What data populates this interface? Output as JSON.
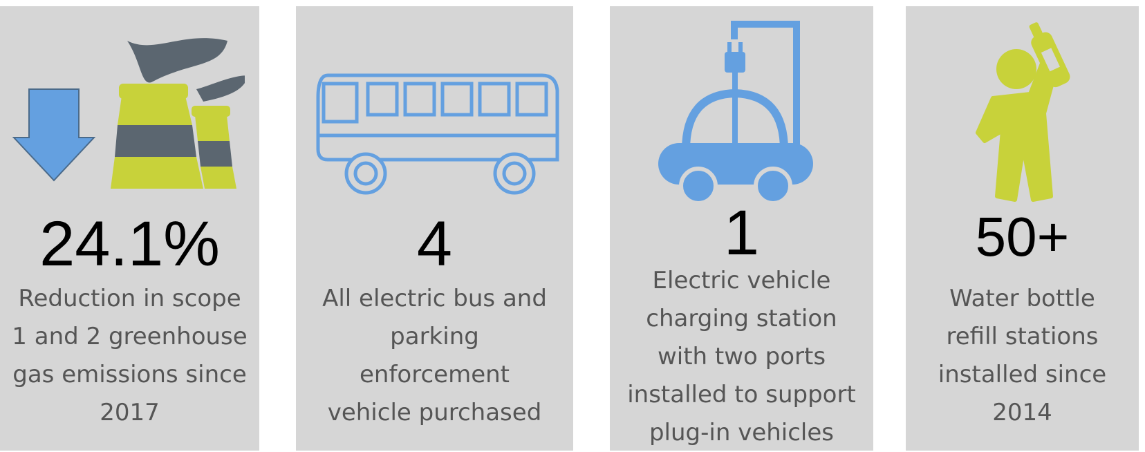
{
  "colors": {
    "panel": "#d6d6d6",
    "blue": "#64a0e0",
    "lime": "#c8d23a",
    "slate": "#5b6670"
  },
  "stats": [
    {
      "icon": "factory-reduction-icon",
      "value": "24.1%",
      "lines": [
        "Reduction in scope",
        "1 and 2 greenhouse",
        "gas emissions since",
        "2017"
      ]
    },
    {
      "icon": "bus-icon",
      "value": "4",
      "lines": [
        "All electric bus and",
        "parking",
        "enforcement",
        "vehicle purchased"
      ]
    },
    {
      "icon": "ev-charging-icon",
      "value": "1",
      "lines": [
        "Electric vehicle",
        "charging station",
        "with two ports",
        "installed to support",
        "plug-in vehicles"
      ]
    },
    {
      "icon": "water-bottle-person-icon",
      "value": "50+",
      "lines": [
        "Water bottle",
        "refill stations",
        "installed since",
        "2014"
      ]
    }
  ]
}
